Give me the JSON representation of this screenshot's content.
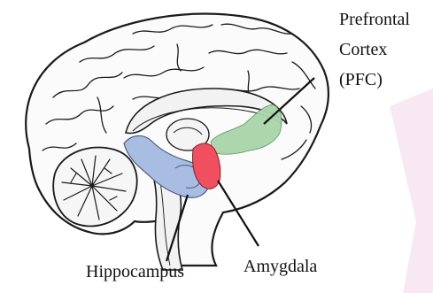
{
  "labels": {
    "pfc": [
      "Prefrontal",
      "Cortex",
      "(PFC)"
    ],
    "hippocampus": "Hippocampus",
    "amygdala": "Amygdala"
  },
  "colors": {
    "pfc_region": "#a8d5a8",
    "hippocampus_region": "#a9bde3",
    "amygdala_region": "#ef4f5e",
    "outline": "#1a1a1a",
    "watermark": "#f7e6f0"
  }
}
